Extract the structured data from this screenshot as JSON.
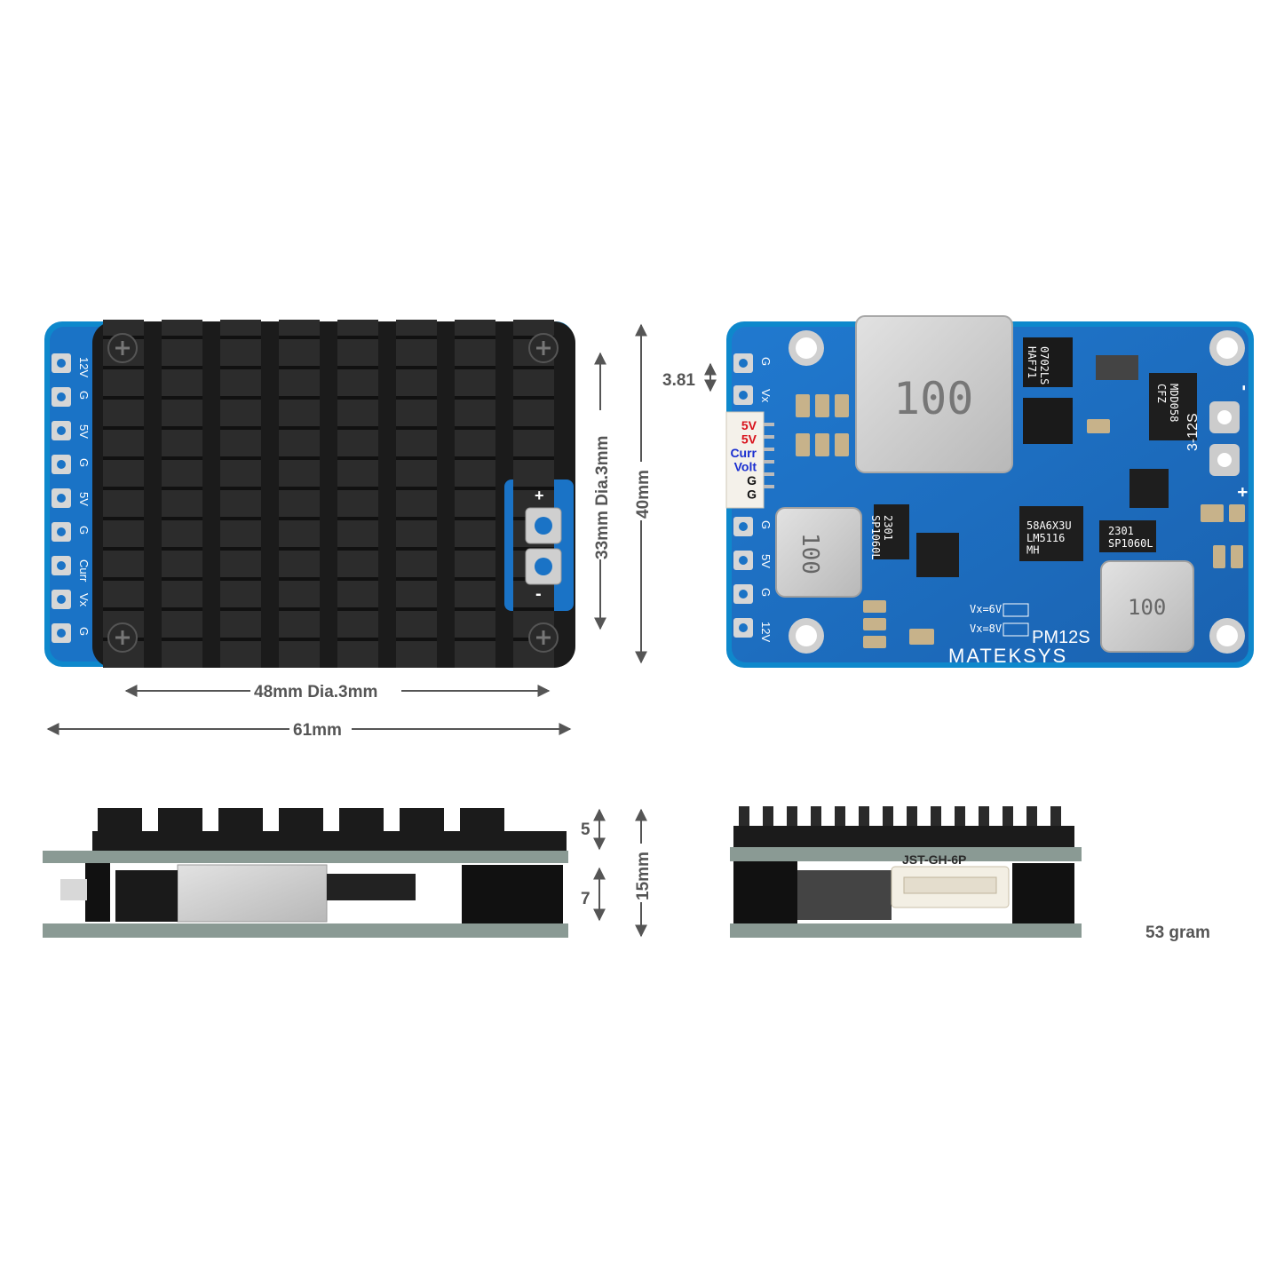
{
  "dimensions": {
    "heatsink_mount": "48mm Dia.3mm",
    "board_width": "61mm",
    "vertical_mount": "33mm Dia.3mm",
    "board_height": "40mm",
    "pin_pitch": "3.81",
    "top_component_height": "5",
    "bottom_component_height": "7",
    "total_height": "15mm"
  },
  "heatsink_side_pads": [
    "12V",
    "G",
    "5V",
    "G",
    "5V",
    "G",
    "Curr",
    "Vx",
    "G"
  ],
  "battery_terminals": {
    "plus": "+",
    "minus": "-"
  },
  "component_side": {
    "left_pads_top": [
      "G",
      "Vx"
    ],
    "left_pads_bottom": [
      "G",
      "5V",
      "G",
      "12V"
    ],
    "connector_pins": [
      {
        "label": "5V",
        "color": "#d8101a"
      },
      {
        "label": "5V",
        "color": "#d8101a"
      },
      {
        "label": "Curr",
        "color": "#1a2fd0"
      },
      {
        "label": "Volt",
        "color": "#1a2fd0"
      },
      {
        "label": "G",
        "color": "#111111"
      },
      {
        "label": "G",
        "color": "#111111"
      }
    ],
    "big_inductor": "100",
    "small_inductor_left": "100",
    "small_inductor_right": "100",
    "ic_main": "58A6X3U\nLM5116\nMH",
    "ic_top": "0702LS\nHAF71",
    "diode_right": "MDD058\nCFZ",
    "mosfet_right": "2301\nSP1060L",
    "mosfet_left": "2301\nSP1060L",
    "jumper_6v": "Vx=6V",
    "jumper_8v": "Vx=8V",
    "model": "PM12S",
    "brand": "MATEKSYS",
    "voltage_range": "3-12S",
    "term_minus": "-",
    "term_plus": "+"
  },
  "connector_label": "JST-GH-6P",
  "weight": "53 gram",
  "colors": {
    "pcb_blue": "#1f6fc4",
    "pcb_edge": "#0d86c9",
    "heatsink": "#1a1a1a",
    "silver": "#c9c9c9",
    "dim_gray": "#555555"
  }
}
